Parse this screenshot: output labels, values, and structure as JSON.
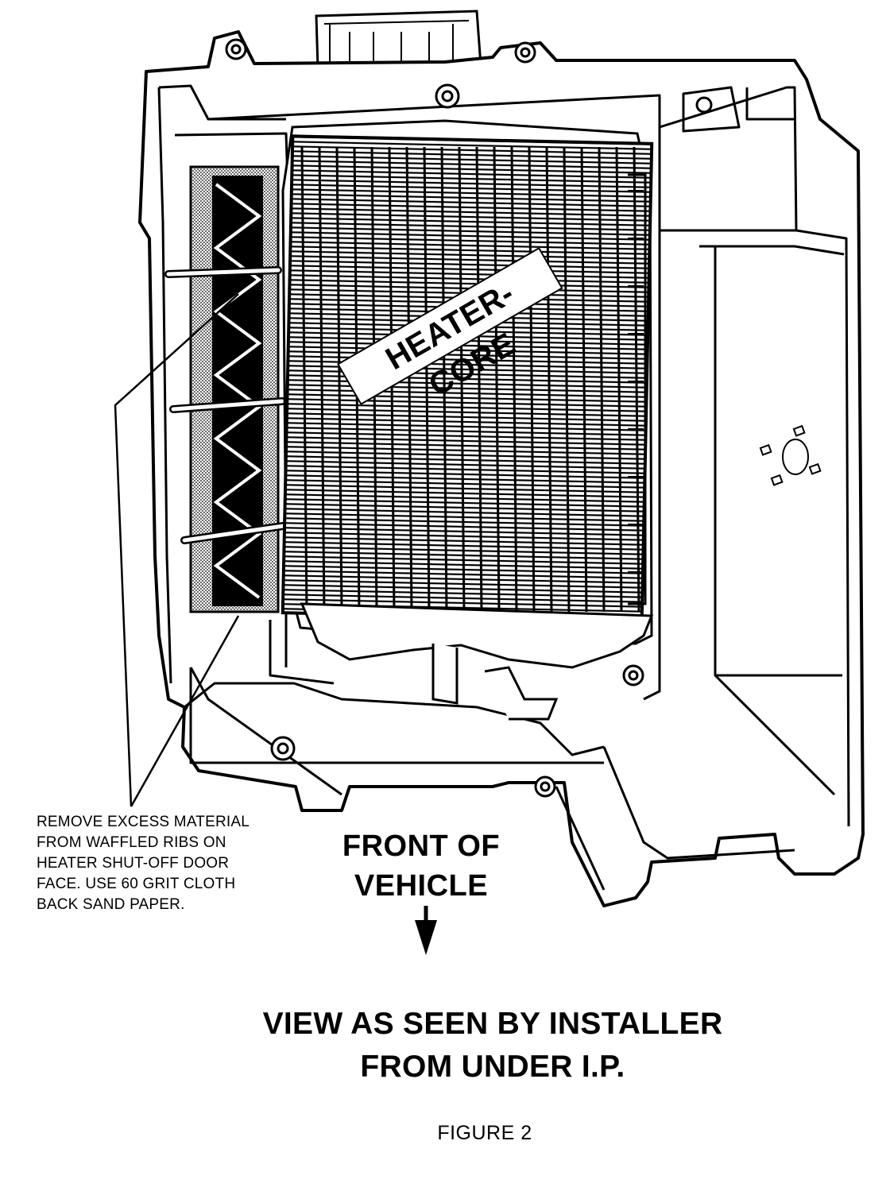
{
  "labels": {
    "heater_core": "HEATER-CORE",
    "note_lines": [
      "REMOVE EXCESS MATERIAL",
      "FROM WAFFLED RIBS ON",
      "HEATER SHUT-OFF DOOR",
      "FACE.  USE 60 GRIT CLOTH",
      "BACK SAND PAPER."
    ],
    "front_of_vehicle": [
      "FRONT OF",
      "VEHICLE"
    ],
    "view_caption": [
      "VIEW AS SEEN BY INSTALLER",
      "FROM UNDER I.P."
    ],
    "figure_label": "FIGURE 2"
  }
}
